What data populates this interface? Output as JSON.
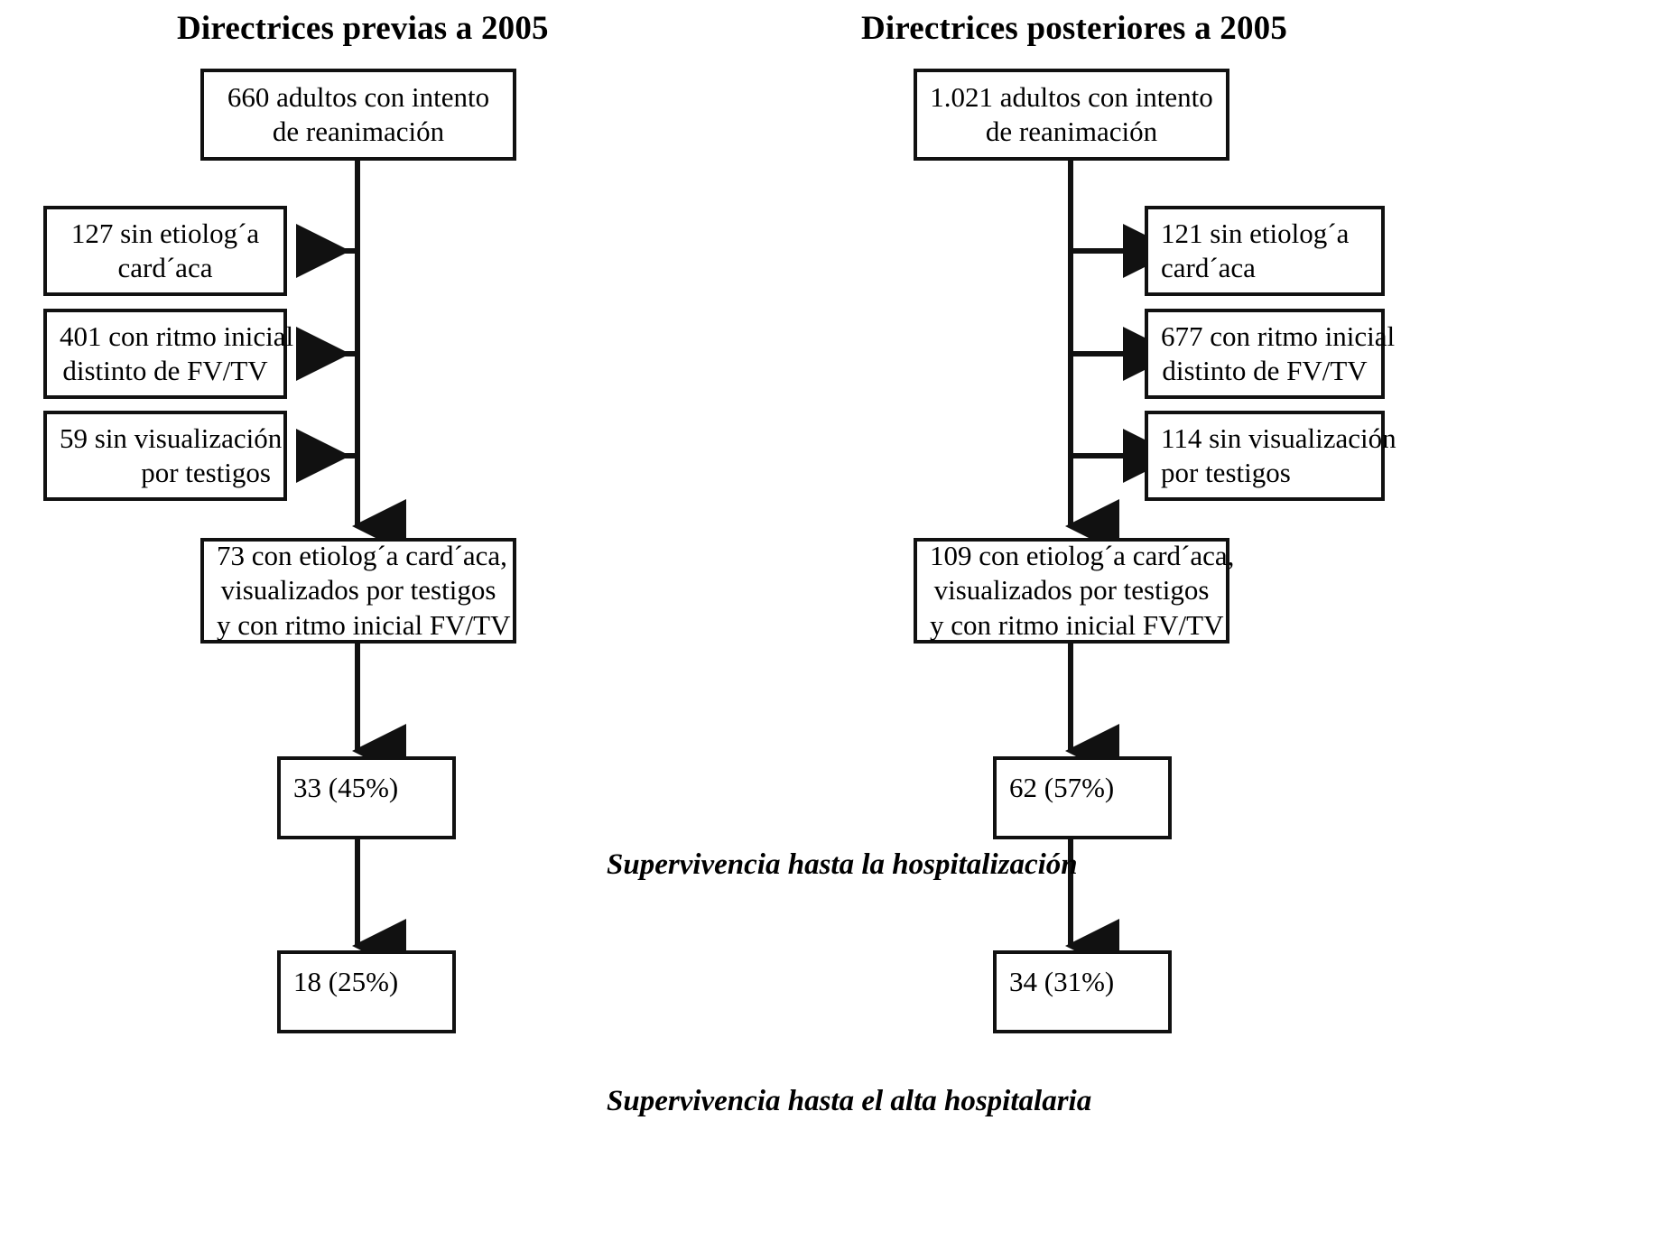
{
  "diagram": {
    "type": "flowchart",
    "description": "Two-column CONSORT-style patient flow diagram comparing pre-2005 and post-2005 guidelines",
    "columns": [
      {
        "id": "pre2005",
        "title": "Directrices previas a 2005",
        "root": {
          "lines": [
            "660 adultos con intento",
            "de reanimación"
          ],
          "count": 660
        },
        "exclusions": [
          {
            "lines": [
              "127 sin etiolog´a",
              "card´aca"
            ],
            "count": 127,
            "align": "center"
          },
          {
            "lines": [
              "401 con ritmo inicial",
              "distinto de FV/TV"
            ],
            "count": 401,
            "align": "center"
          },
          {
            "lines": [
              "59 sin visualización",
              "por testigos"
            ],
            "count": 59,
            "align": "right"
          }
        ],
        "included": {
          "lines": [
            "73 con etiolog´a card´aca,",
            "visualizados por testigos",
            "y con ritmo inicial FV/TV"
          ],
          "count": 73
        },
        "outcomes": [
          {
            "label": "33 (45%)",
            "count": 33,
            "percent": 45
          },
          {
            "label": "18 (25%)",
            "count": 18,
            "percent": 25
          }
        ]
      },
      {
        "id": "post2005",
        "title": "Directrices posteriores a 2005",
        "root": {
          "lines": [
            "1.021 adultos con intento",
            "de reanimación"
          ],
          "count": 1021
        },
        "exclusions": [
          {
            "lines": [
              "121 sin etiolog´a",
              "card´aca"
            ],
            "count": 121,
            "align": "left"
          },
          {
            "lines": [
              "677 con ritmo inicial",
              "distinto de FV/TV"
            ],
            "count": 677,
            "align": "center"
          },
          {
            "lines": [
              "114 sin visualización",
              "por testigos"
            ],
            "count": 114,
            "align": "left"
          }
        ],
        "included": {
          "lines": [
            "109 con etiolog´a card´aca,",
            "visualizados por testigos",
            "y con ritmo inicial FV/TV"
          ],
          "count": 109
        },
        "outcomes": [
          {
            "label": "62 (57%)",
            "count": 62,
            "percent": 57
          },
          {
            "label": "34 (31%)",
            "count": 34,
            "percent": 31
          }
        ]
      }
    ],
    "phase_labels": [
      "Supervivencia hasta la hospitalización",
      "Supervivencia hasta el alta hospitalaria"
    ],
    "colors": {
      "stroke": "#111111",
      "background": "#ffffff",
      "text": "#000000"
    }
  }
}
